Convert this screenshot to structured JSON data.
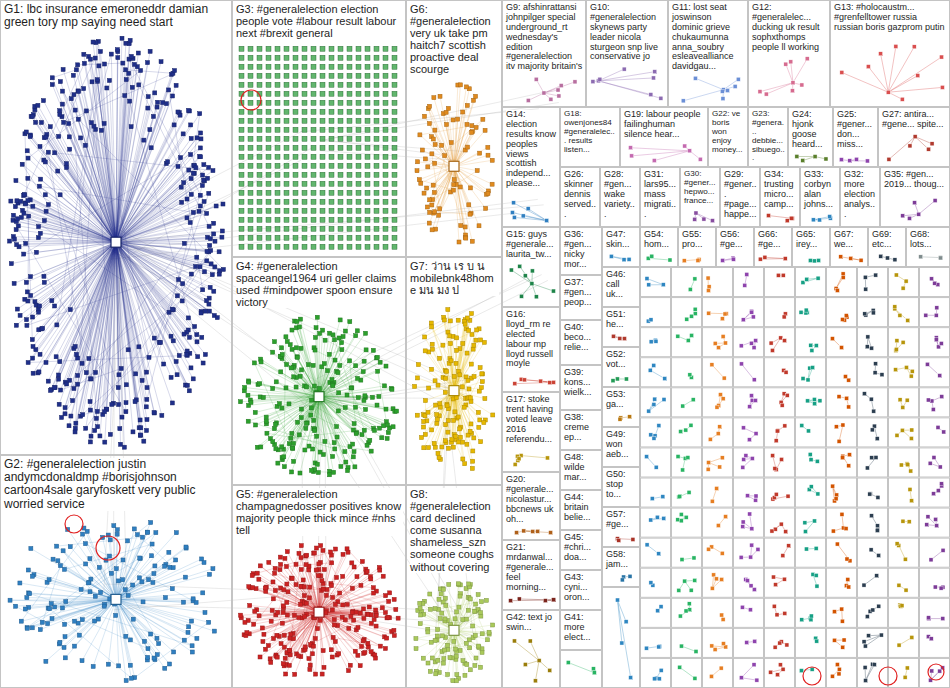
{
  "diagram": {
    "nodes": [
      {
        "text": [
          "G1: lbc insurance emeroneddr damian green tory mp saying need start"
        ]
      },
      {
        "text": [
          "G2: #generalelection justin andymcdonaldmp #borisjohnson cartoon4sale garyfoskett very public worried service"
        ]
      },
      {
        "text": [
          "G3: #generalelection election people vote #labour result labour next #brexit general"
        ]
      },
      {
        "text": [
          "G4: #generalelection spaceangel1964 uri geller claims used #mindpower spoon ensure victory"
        ]
      },
      {
        "text": [
          "G5: #generalelection champagnedosser positives know majority people thick mince #nhs tell"
        ]
      },
      {
        "text": [
          "G6: #generalelection very uk take pm haitch7 scottish proactive deal scourge"
        ]
      },
      {
        "text": [
          "G7: ว่าน เร บ น mobilebnk48home มน มง ป"
        ]
      },
      {
        "text": [
          "G8: #generalelection card declined come susanna shameless_szn someone coughs without covering"
        ]
      },
      {
        "text": [
          "G9: afshinrattansi johnpilger special underground_rt wednesday's edition #generalelection itv majority britain's"
        ]
      },
      {
        "text": [
          "G10: #generalelection skynews party leader nicola sturgeon snp live conservative jo"
        ]
      },
      {
        "text": [
          "G11: lost seat joswinson dominic grieve chukaumunna anna_soubry esleavealliance davidgau..."
        ]
      },
      {
        "text": [
          "G12: #generalelec... ducking uk result sophxthomps people ll working"
        ]
      },
      {
        "text": [
          "G13: #holocaustm... #grenfelltower russia russian boris gazprom putin"
        ]
      },
      {
        "text": [
          "G14: election results know peoples views scottish independ... please..."
        ]
      },
      {
        "text": [
          "G18: owenjones84 #generalelec... results listen..."
        ]
      },
      {
        "text": [
          "G19: labour people failinghuman silence hear..."
        ]
      },
      {
        "text": [
          "G22: ve boris won enjoy money..."
        ]
      },
      {
        "text": [
          "G23: #genera... debbie... sibuego..."
        ]
      },
      {
        "text": [
          "G24: hjonk goose heard..."
        ]
      },
      {
        "text": [
          "G25: #gener... don... miss..."
        ]
      },
      {
        "text": [
          "G27: antira... #gene... spite..."
        ]
      },
      {
        "text": [
          "G26: skinner dennis served..."
        ]
      },
      {
        "text": [
          "G28: #gen... wake variety..."
        ]
      },
      {
        "text": [
          "G31: lars95... mass migrati..."
        ]
      },
      {
        "text": [
          "G30: #gener... hepwo... france..."
        ]
      },
      {
        "text": [
          "G29: #gener... #page... happe..."
        ]
      },
      {
        "text": [
          "G34: trusting micro... camp..."
        ]
      },
      {
        "text": [
          "G33: corbyn alan johns..."
        ]
      },
      {
        "text": [
          "G32: more election analys..."
        ]
      },
      {
        "text": [
          "G35: #gen... 2019... thoug..."
        ]
      },
      {
        "text": [
          "G15: guys #generale... laurita_tw..."
        ]
      },
      {
        "text": [
          "G36: #gen... nicky mor..."
        ]
      },
      {
        "text": [
          "G37: #gen... peop..."
        ]
      },
      {
        "text": [
          "G16: lloyd_rm re elected labour mp lloyd russell moyle"
        ]
      },
      {
        "text": [
          "G40: beco... relie..."
        ]
      },
      {
        "text": [
          "G39: kons... wielk..."
        ]
      },
      {
        "text": [
          "G17: stoke trent having voted leave 2016 referendu..."
        ]
      },
      {
        "text": [
          "G38: creme ep..."
        ]
      },
      {
        "text": [
          "G48: wilde mar..."
        ]
      },
      {
        "text": [
          "G20: #generale... nicolastur... bbcnews uk oh..."
        ]
      },
      {
        "text": [
          "G44: britain belie..."
        ]
      },
      {
        "text": [
          "G45: #chri... doa..."
        ]
      },
      {
        "text": [
          "G21: mrdanwal... #generale... feel morning..."
        ]
      },
      {
        "text": [
          "G43: cyni... oron..."
        ]
      },
      {
        "text": [
          "G42: text jo swin..."
        ]
      },
      {
        "text": [
          "G41: more elect..."
        ]
      },
      {
        "text": [
          "G47: skin..."
        ]
      },
      {
        "text": [
          "G54: hom..."
        ]
      },
      {
        "text": [
          "G55: pro..."
        ]
      },
      {
        "text": [
          "G56: #ge..."
        ]
      },
      {
        "text": [
          "G66: #ge..."
        ]
      },
      {
        "text": [
          "G65: irey..."
        ]
      },
      {
        "text": [
          "G67: we..."
        ]
      },
      {
        "text": [
          "G69: etc..."
        ]
      },
      {
        "text": [
          "G68: lots..."
        ]
      },
      {
        "text": [
          "G46: call uk..."
        ]
      },
      {
        "text": [
          "G51: he..."
        ]
      },
      {
        "text": [
          "G52: vot..."
        ]
      },
      {
        "text": [
          "G53: ga..."
        ]
      },
      {
        "text": [
          "G49: won aeb..."
        ]
      },
      {
        "text": [
          "G50: stop to..."
        ]
      },
      {
        "text": [
          "G57: #ge..."
        ]
      },
      {
        "text": [
          "G58: jam..."
        ]
      }
    ]
  }
}
